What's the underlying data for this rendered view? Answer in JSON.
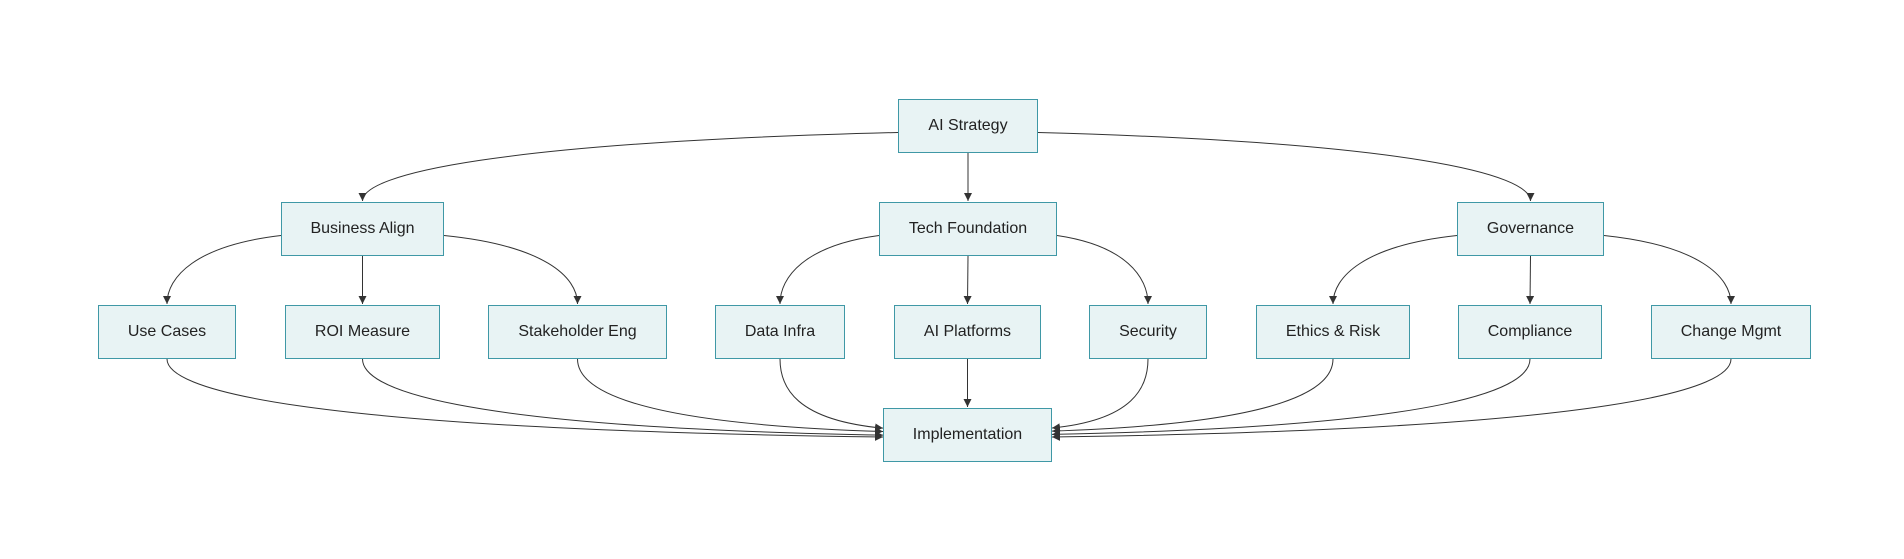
{
  "nodes": {
    "ai_strategy": "AI Strategy",
    "business_align": "Business Align",
    "tech_foundation": "Tech Foundation",
    "governance": "Governance",
    "use_cases": "Use Cases",
    "roi_measure": "ROI Measure",
    "stakeholder_eng": "Stakeholder Eng",
    "data_infra": "Data Infra",
    "ai_platforms": "AI Platforms",
    "security": "Security",
    "ethics_risk": "Ethics & Risk",
    "compliance": "Compliance",
    "change_mgmt": "Change Mgmt",
    "implementation": "Implementation"
  },
  "edges": [
    [
      "ai_strategy",
      "business_align"
    ],
    [
      "ai_strategy",
      "tech_foundation"
    ],
    [
      "ai_strategy",
      "governance"
    ],
    [
      "business_align",
      "use_cases"
    ],
    [
      "business_align",
      "roi_measure"
    ],
    [
      "business_align",
      "stakeholder_eng"
    ],
    [
      "tech_foundation",
      "data_infra"
    ],
    [
      "tech_foundation",
      "ai_platforms"
    ],
    [
      "tech_foundation",
      "security"
    ],
    [
      "governance",
      "ethics_risk"
    ],
    [
      "governance",
      "compliance"
    ],
    [
      "governance",
      "change_mgmt"
    ],
    [
      "use_cases",
      "implementation"
    ],
    [
      "roi_measure",
      "implementation"
    ],
    [
      "stakeholder_eng",
      "implementation"
    ],
    [
      "data_infra",
      "implementation"
    ],
    [
      "ai_platforms",
      "implementation"
    ],
    [
      "security",
      "implementation"
    ],
    [
      "ethics_risk",
      "implementation"
    ],
    [
      "compliance",
      "implementation"
    ],
    [
      "change_mgmt",
      "implementation"
    ]
  ],
  "colors": {
    "node_fill": "#e8f3f4",
    "node_border": "#3f98a6",
    "edge": "#333333"
  }
}
